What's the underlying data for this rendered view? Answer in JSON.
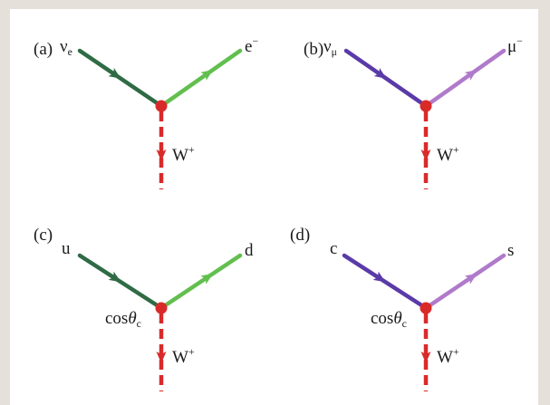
{
  "colors": {
    "page_background": "#e6e0da",
    "panel_background": "#ffffff",
    "dark_green": "#2f6b45",
    "light_green": "#62bf4f",
    "dark_purple": "#5a3aa8",
    "light_purple": "#b07acb",
    "vertex_red": "#d92a2a",
    "text": "#1a1a1a"
  },
  "panels": [
    {
      "id": "a",
      "label": "(a)",
      "in_particle": "ν",
      "in_sub": "e",
      "out_particle": "e",
      "out_sup": "−",
      "coupling": "",
      "coupling_sub": "",
      "boson": "W",
      "boson_sup": "+",
      "palette": "green"
    },
    {
      "id": "b",
      "label": "(b)",
      "in_particle": "ν",
      "in_sub": "μ",
      "out_particle": "μ",
      "out_sup": "−",
      "coupling": "",
      "coupling_sub": "",
      "boson": "W",
      "boson_sup": "+",
      "palette": "purple"
    },
    {
      "id": "c",
      "label": "(c)",
      "in_particle": "u",
      "in_sub": "",
      "out_particle": "d",
      "out_sup": "",
      "coupling": "cosθ",
      "coupling_sub": "c",
      "boson": "W",
      "boson_sup": "+",
      "palette": "green"
    },
    {
      "id": "d",
      "label": "(d)",
      "in_particle": "c",
      "in_sub": "",
      "out_particle": "s",
      "out_sup": "",
      "coupling": "cosθ",
      "coupling_sub": "c",
      "boson": "W",
      "boson_sup": "+",
      "palette": "purple"
    }
  ]
}
